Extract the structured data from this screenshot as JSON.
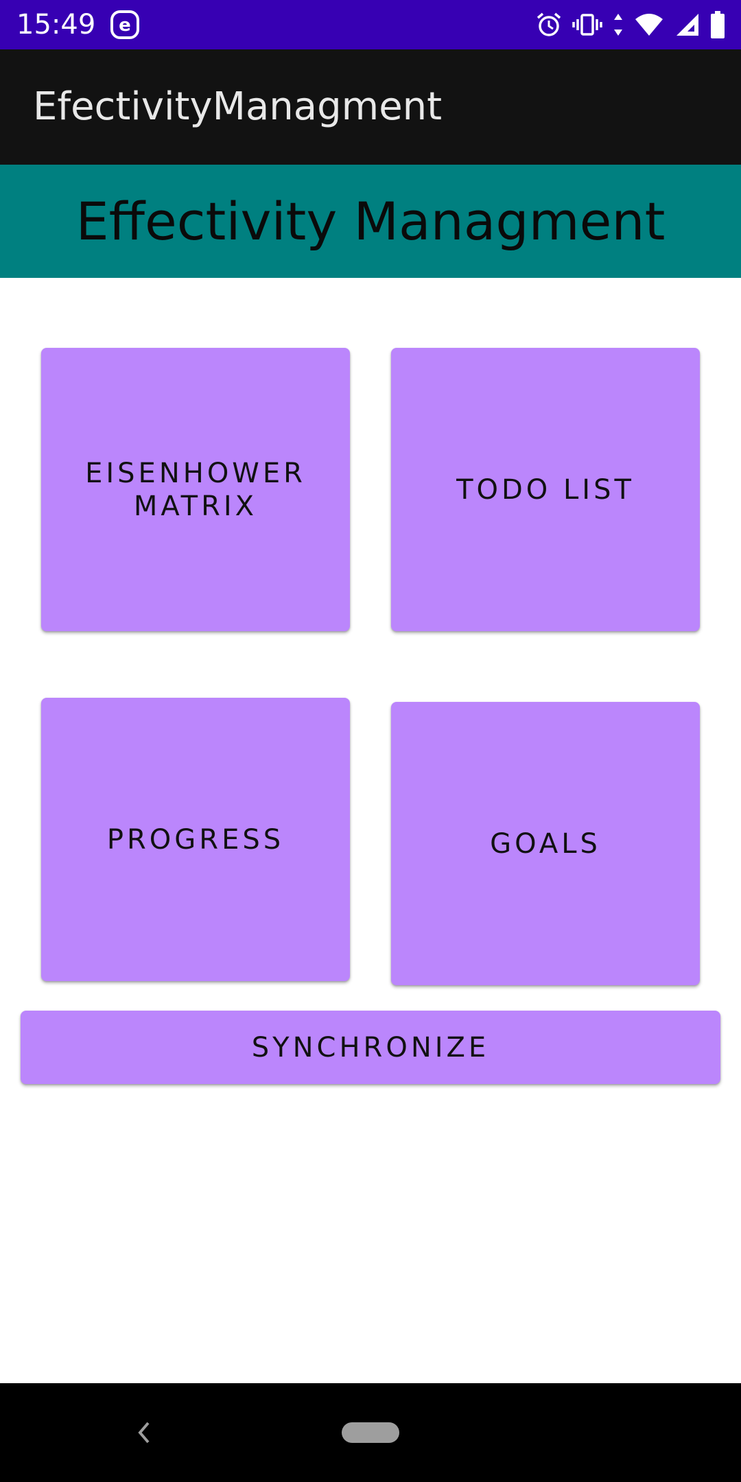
{
  "status_bar": {
    "time": "15:49",
    "app_icon": "e-circle-icon",
    "icons": [
      "alarm-icon",
      "vibrate-icon",
      "data-arrows-icon",
      "wifi-icon",
      "signal-icon",
      "battery-icon"
    ],
    "background_color": "#3700b3"
  },
  "app_bar": {
    "title": "EfectivityManagment",
    "background_color": "#121212"
  },
  "header": {
    "title": "Effectivity Managment",
    "background_color": "#008080"
  },
  "menu": {
    "eisenhower_label": "EISENHOWER\nMATRIX",
    "todo_label": "TODO LIST",
    "progress_label": "PROGRESS",
    "goals_label": "GOALS",
    "button_color": "#bb86fc"
  },
  "sync": {
    "label": "SYNCHRONIZE"
  },
  "nav_bar": {
    "back_icon": "back-chevron-icon",
    "home_icon": "home-pill-icon"
  }
}
